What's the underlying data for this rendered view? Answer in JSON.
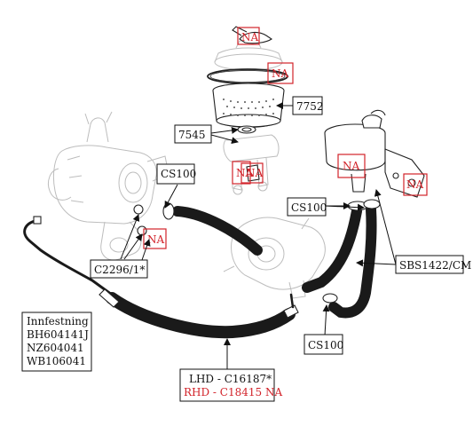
{
  "diagram": {
    "labels": {
      "na_top": "NA",
      "na_ring": "NA",
      "filter_part": "7752",
      "gasket_part": "7545",
      "cs100_left": "CS100",
      "na_pump_small": "NA",
      "na_valve": "NA",
      "c2296": "C2296/1*",
      "na_reservoir": "NA",
      "na_bracket": "NA",
      "cs100_right": "CS100",
      "sbs1422": "SBS1422/CM",
      "cs100_bottom": "CS100",
      "lhd_pipe": "LHD - C16187*",
      "rhd_pipe": "RHD - C18415 NA"
    },
    "note_lines": [
      "Innfestning",
      "BH604141J",
      "NZ604041",
      "WB106041"
    ],
    "colors": {
      "na_red": "#d2232a",
      "line": "#111111",
      "ghost": "#bdbdbd"
    }
  }
}
